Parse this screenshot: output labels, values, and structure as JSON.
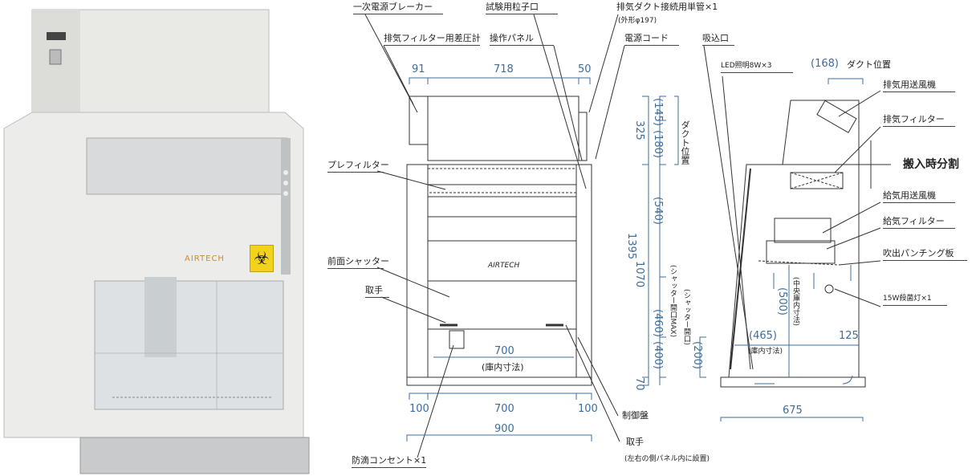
{
  "photo": {
    "brand": "AIRTECH",
    "biohazard_icon": "biohazard-icon"
  },
  "front": {
    "labels": {
      "breaker": "一次電源ブレーカー",
      "gauge": "排気フィルター用差圧計",
      "particle_port": "試験用粒子口",
      "panel": "操作パネル",
      "duct_pipe": "排気ダクト接続用単管×1",
      "duct_dia": "(外形φ197)",
      "power_cord": "電源コード",
      "prefilter": "プレフィルター",
      "shutter": "前面シャッター",
      "handle": "取手",
      "outlet": "防滴コンセント×1",
      "control": "制御盤",
      "handle2": "取手",
      "handle2_note": "(左右の側パネル内に設置)",
      "inner": "(庫内寸法)",
      "brand": "AIRTECH"
    },
    "dims": {
      "w91": "91",
      "w718": "718",
      "w50": "50",
      "inner700": "700",
      "b100l": "100",
      "b700": "700",
      "b100r": "100",
      "w900": "900",
      "h1395": "1395",
      "h325": "325",
      "h1070": "1070",
      "h70": "70",
      "h145": "(145)",
      "h180": "(180)",
      "h540": "(540)",
      "h460": "(460)",
      "h400": "(400)",
      "h200": "(200)",
      "duct_pos": "ダクト位置",
      "shutter_max": "(シャッター開口MAX)",
      "shutter_open": "(シャッター開口)"
    }
  },
  "side": {
    "labels": {
      "intake": "吸込口",
      "led": "LED照明8W×3",
      "duct_pos": "ダクト位置",
      "exhaust_fan": "排気用送風機",
      "exhaust_filter": "排気フィルター",
      "split": "搬入時分割",
      "supply_fan": "給気用送風機",
      "supply_filter": "給気フィルター",
      "punching": "吹出パンチング板",
      "uv": "15W殺菌灯×1",
      "inner": "(庫内寸法)",
      "center_inner": "(中央庫内寸法)"
    },
    "dims": {
      "d168": "(168)",
      "d500": "(500)",
      "d465": "(465)",
      "d125": "125",
      "d675": "675"
    }
  },
  "colors": {
    "dim": "#3e6c9c",
    "line": "#333"
  }
}
